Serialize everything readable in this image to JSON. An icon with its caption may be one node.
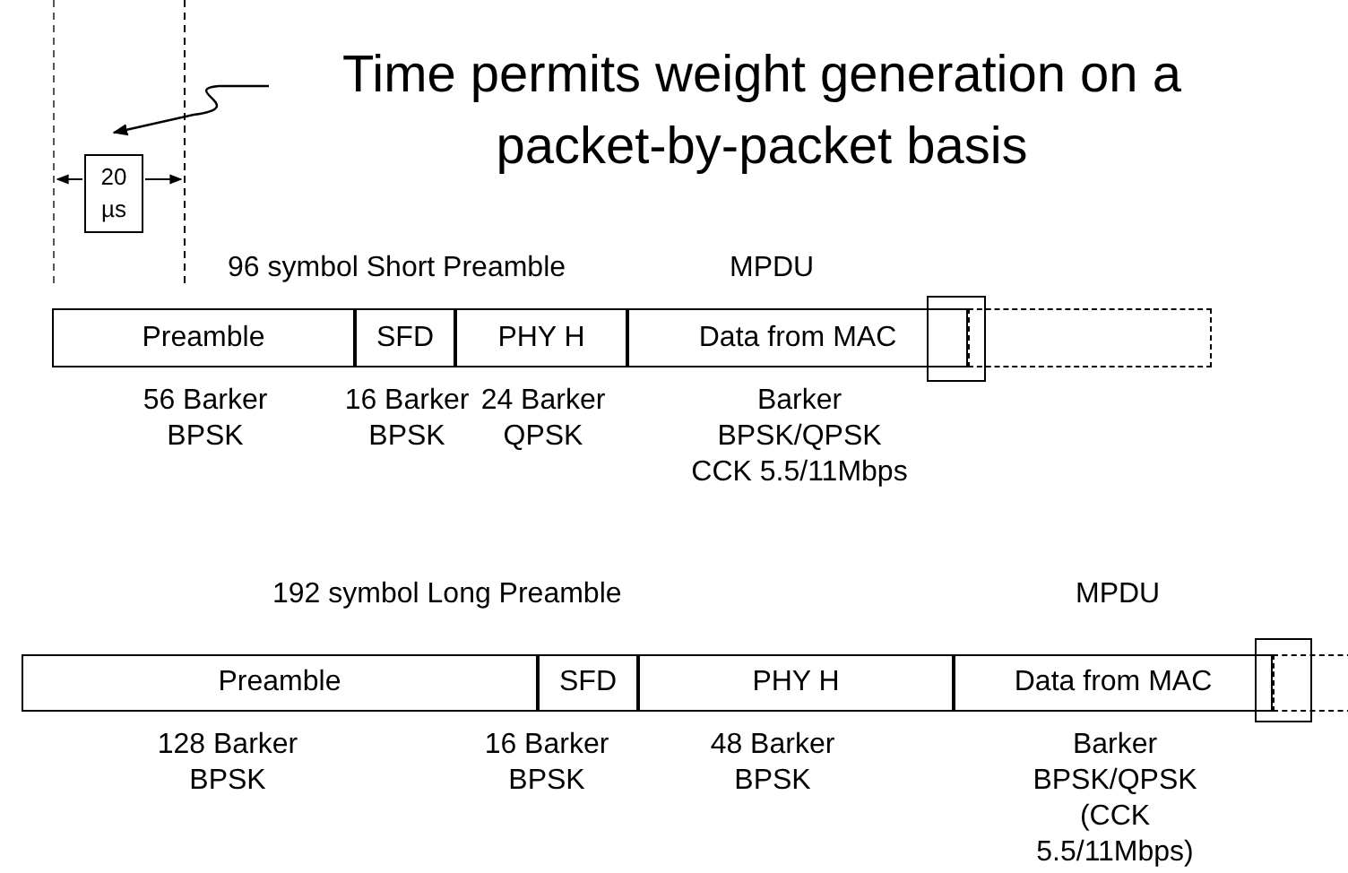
{
  "diagram": {
    "nodes": [
      {
        "text": [
          "Time permits weight generation on a packet-by-packet basis"
        ]
      },
      {
        "text": [
          "20 µs"
        ]
      },
      {
        "text": [
          "Preamble"
        ],
        "beside": [
          "56 Barker BPSK"
        ]
      },
      {
        "text": [
          "SFD"
        ],
        "beside": [
          "16 Barker BPSK"
        ]
      },
      {
        "text": [
          "PHY H"
        ],
        "beside": [
          "24 Barker QPSK"
        ]
      },
      {
        "text": [
          "Data from MAC"
        ],
        "beside": [
          "Barker BPSK/QPSK CCK 5.5/11Mbps"
        ]
      },
      {
        "text": [],
        "shape": "box"
      },
      {
        "text": [],
        "shape": "box"
      },
      {
        "text": [
          "Preamble"
        ],
        "beside": [
          "128 Barker BPSK"
        ]
      },
      {
        "text": [
          "SFD"
        ],
        "beside": [
          "16 Barker BPSK"
        ]
      },
      {
        "text": [
          "PHY H"
        ],
        "beside": [
          "48 Barker BPSK"
        ]
      },
      {
        "text": [
          "Data from MAC"
        ],
        "beside": [
          "Barker BPSK/QPSK (CCK 5.5/11Mbps)"
        ]
      },
      {
        "text": [],
        "shape": "box"
      },
      {
        "text": [],
        "shape": "box"
      }
    ],
    "edges": [
      {
        "from": 0,
        "to": 1,
        "arrow": "to"
      }
    ],
    "labels": [
      "96 symbol Short Preamble",
      "MPDU",
      "192 symbol Long Preamble",
      "MPDU"
    ]
  }
}
